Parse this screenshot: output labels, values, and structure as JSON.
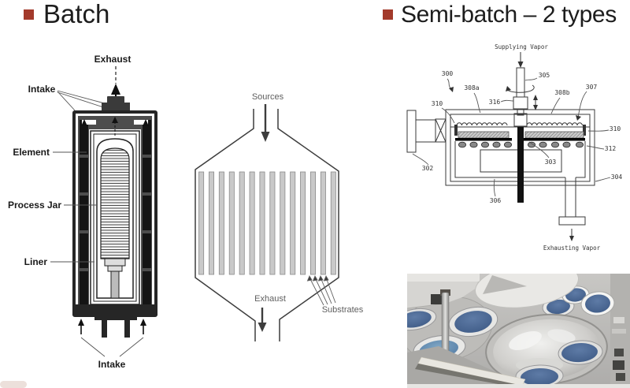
{
  "slide": {
    "accent_color": "#a33a2b",
    "headings": {
      "left": "Batch",
      "right": "Semi-batch – 2 types"
    }
  },
  "batch_furnace": {
    "labels": {
      "exhaust": "Exhaust",
      "intake_top": "Intake",
      "element": "Element",
      "process_jar": "Process Jar",
      "liner": "Liner",
      "intake_bottom": "Intake"
    }
  },
  "batch_flow": {
    "labels": {
      "sources": "Sources",
      "exhaust": "Exhaust",
      "substrates": "Substrates"
    },
    "substrate_count": 14
  },
  "semibatch_patent": {
    "labels": {
      "supplying_vapor": "Supplying Vapor",
      "exhausting_vapor": "Exhausting Vapor",
      "r300": "300",
      "r302": "302",
      "r303": "303",
      "r304": "304",
      "r305": "305",
      "r306": "306",
      "r307": "307",
      "r308a": "308a",
      "r308b": "308b",
      "r310_left": "310",
      "r310_right": "310",
      "r312": "312",
      "r316": "316"
    }
  },
  "semibatch_photo": {
    "alt": "Semi-batch deposition tool with blue wafers on rotating platens",
    "wafer_color": "#46628c"
  }
}
